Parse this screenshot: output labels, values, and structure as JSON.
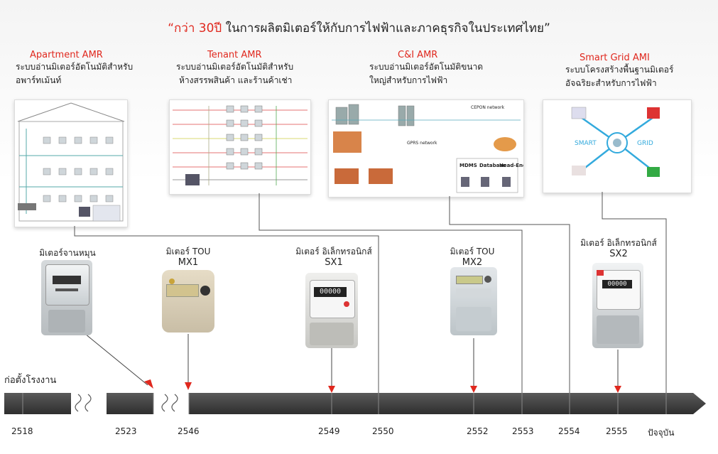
{
  "title": {
    "quote_open": "“",
    "highlight": "กว่า 30ปี",
    "rest": " ในการผลิตมิเตอร์ให้กับการไฟฟ้าและภาคธุรกิจในประเทศไทย”"
  },
  "systems": [
    {
      "name": "Apartment AMR",
      "desc1": "ระบบอ่านมิเตอร์อัตโนมัติสำหรับ",
      "desc2": "อพาร์ทเม้นท์"
    },
    {
      "name": "Tenant AMR",
      "desc1": "ระบบอ่านมิเตอร์อัตโนมัติสำหรับ",
      "desc2": "ห้างสรรพสินค้า และร้านค้าเช่า"
    },
    {
      "name": "C&I AMR",
      "desc1": "ระบบอ่านมิเตอร์อัตโนมัติขนาด",
      "desc2": "ใหญ่สำหรับการไฟฟ้า"
    },
    {
      "name": "Smart Grid AMI",
      "desc1": "ระบบโครงสร้างพื้นฐานมิเตอร์",
      "desc2": "อัจฉริยะสำหรับการไฟฟ้า"
    }
  ],
  "diagram_text": {
    "smart": "SMART",
    "grid": "GRID",
    "cepon": "CEPON network",
    "gprs": "GPRS network",
    "mdms": "MDMS",
    "database": "Database",
    "headend": "Head-End"
  },
  "meters": [
    {
      "line1": "มิเตอร์จานหมุน",
      "line2": ""
    },
    {
      "line1": "มิเตอร์ TOU",
      "line2": "MX1"
    },
    {
      "line1": "มิเตอร์ อิเล็กทรอนิกส์",
      "line2": "SX1"
    },
    {
      "line1": "มิเตอร์ TOU",
      "line2": "MX2"
    },
    {
      "line1": "มิเตอร์ อิเล็กทรอนิกส์",
      "line2": "SX2"
    }
  ],
  "meter_display": "00000",
  "founding_label": "ก่อตั้งโรงงาน",
  "years": [
    "2518",
    "2523",
    "2546",
    "2549",
    "2550",
    "2552",
    "2553",
    "2554",
    "2555",
    "ปัจจุบัน"
  ],
  "colors": {
    "accent": "#e0281e",
    "timeline": "#3c3c3c",
    "connector": "#555555"
  }
}
